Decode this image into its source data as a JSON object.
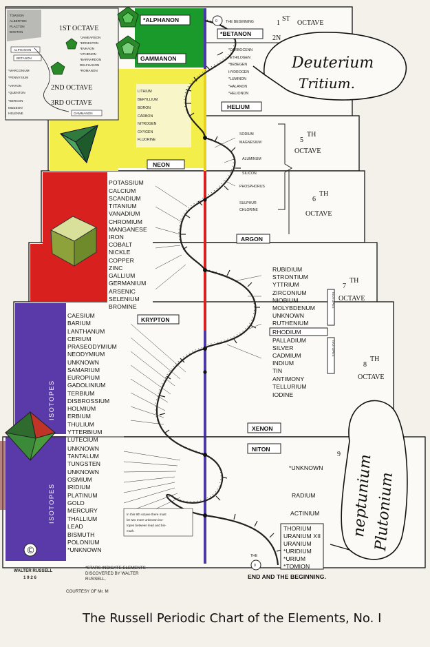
{
  "caption": "The Russell Periodic Chart of the Elements, No. I",
  "courtesy": "COURTESY OF Mr. M",
  "author": {
    "name": "WALTER RUSSELL",
    "year": "1 9 2 6"
  },
  "copyright_symbol": "©",
  "stars_note": [
    "*STARS INDICATE ELEMENTS",
    "DISCOVERED BY WALTER",
    "RUSSELL."
  ],
  "ninth_octave_note": [
    "In this 9th octave there must",
    "be two more unknown iso-",
    "topes between lead and bis-",
    "muth."
  ],
  "beginning": {
    "the": "THE",
    "beginning": "THE BEGINNING",
    "zero": "0",
    "end": "END AND THE BEGINNING."
  },
  "octaves": {
    "first": "1ST OCTAVE",
    "first_num": "1",
    "first_sup": "ST",
    "first_word": "OCTAVE",
    "second": "2N",
    "second_inset": "2ND OCTAVE",
    "third_inset": "3RD OCTAVE",
    "first_inset": "1ST OCTAVE",
    "fifth_num": "5",
    "fifth_sup": "TH",
    "sixth_num": "6",
    "sixth_sup": "TH",
    "seventh_num": "7",
    "seventh_sup": "TH",
    "eighth_num": "8",
    "eighth_sup": "TH",
    "ninth_num": "9",
    "word": "OCTAVE"
  },
  "handwritten": {
    "deuterium": "Deuterium",
    "tritium": "Tritium.",
    "neptunium": "neptunium",
    "plutonium": "Plutonium"
  },
  "isotopes_label": "ISOTOPES",
  "small_isotopes": "ISOTOPES",
  "boxes": {
    "alphanon": "*ALPHANON",
    "betanon": "*BETANON",
    "gammanon": "GAMMANON",
    "helium": "HELIUM",
    "neon": "NEON",
    "argon": "ARGON",
    "krypton": "KRYPTON",
    "xenon": "XENON",
    "niton": "NITON",
    "inset_alphanon": "ALPHANON",
    "inset_betanon": "BETANON",
    "inset_gammanon": "GAMMANON"
  },
  "inset": {
    "left": [
      "TOWSON",
      "ALBERTON",
      "PLACTON",
      "BOSTON"
    ],
    "right": [
      "*JAMEARSON",
      "*ERNESTON",
      "*EVKAON",
      "*ATHENON",
      "*BARNARDON",
      "DELFHANON",
      "*ROMANON"
    ],
    "left2": [
      "*MARCONIUM",
      "*PENNYSIUM",
      "*VINTON",
      "*QUENTON",
      "*BERCON",
      "MIZZEON",
      "HELENNE"
    ]
  },
  "octave2_elements": [
    "*CARBOCENN",
    "*ETHILOGEN",
    "*BEBEGEN",
    "HYDROGEN",
    "*LUMINON",
    "*HALANON",
    "*HELIONON"
  ],
  "octave3_elements": [
    "LITHIUM",
    "BERYLLIUM",
    "BORON",
    "CARBON",
    "NITROGEN",
    "OXYGEN",
    "FLUORINE"
  ],
  "octave5_elements": [
    "SODIUM",
    "MAGNESIUM",
    "ALUMINUM",
    "SILICON",
    "PHOSPHORUS",
    "SULPHUR",
    "CHLORINE"
  ],
  "octave6_elements": [
    "POTASSIUM",
    "CALCIUM",
    "SCANDIUM",
    "TITANIUM",
    "VANADIUM",
    "CHROMIUM",
    "MANGANESE",
    "IRON",
    "COBALT",
    "NICKLE",
    "COPPER",
    "ZINC",
    "GALLIUM",
    "GERMANIUM",
    "ARSENIC",
    "SELENIUM",
    "BROMINE"
  ],
  "octave7_right": [
    "RUBIDIUM",
    "STRONTIUM",
    "YTTRIUM",
    "ZIRCONIUM",
    "NIOBIUM",
    "MOLYBDENUM",
    "UNKNOWN",
    "RUTHENIUM",
    "RHODIUM",
    "PALLADIUM",
    "SILVER",
    "CADMIUM",
    "INDIUM",
    "TIN",
    "ANTIMONY",
    "TELLURIUM",
    "IODINE"
  ],
  "octave8_left": [
    "CAESIUM",
    "BARIUM",
    "LANTHANUM",
    "CERIUM",
    "PRASEODYMIUM",
    "NEODYMIUM",
    "UNKNOWN",
    "SAMARIUM",
    "EUROPIUM",
    "GADOLINIUM",
    "TERBIUM",
    "DISBROSSIUM",
    "HOLMIUM",
    "ERBIUM",
    "THULIUM",
    "YTTERBIUM",
    "LUTECIUM"
  ],
  "octave9_left": [
    "UNKNOWN",
    "TANTALUM",
    "TUNGSTEN",
    "UNKNOWN",
    "OSMIUM",
    "IRIDIUM",
    "PLATINUM",
    "GOLD",
    "MERCURY",
    "THALLIUM",
    "LEAD"
  ],
  "octave9_bottom": [
    "BISMUTH",
    "POLONIUM",
    "*UNKNOWN"
  ],
  "octave9_right": [
    "*UNKNOWN",
    "RADIUM",
    "ACTINIUM"
  ],
  "octave9_end": [
    "THORIUM",
    "URANIUM XII",
    "URANIUM",
    "*URIDIUM",
    "*URIUM",
    "*TOMION"
  ],
  "colors": {
    "green": "#1b9a2c",
    "yellow": "#f3ee4a",
    "red": "#d8201e",
    "purple": "#5a3aa8",
    "blue": "#4a3aa8",
    "axis_yellow": "#e6d21e"
  }
}
